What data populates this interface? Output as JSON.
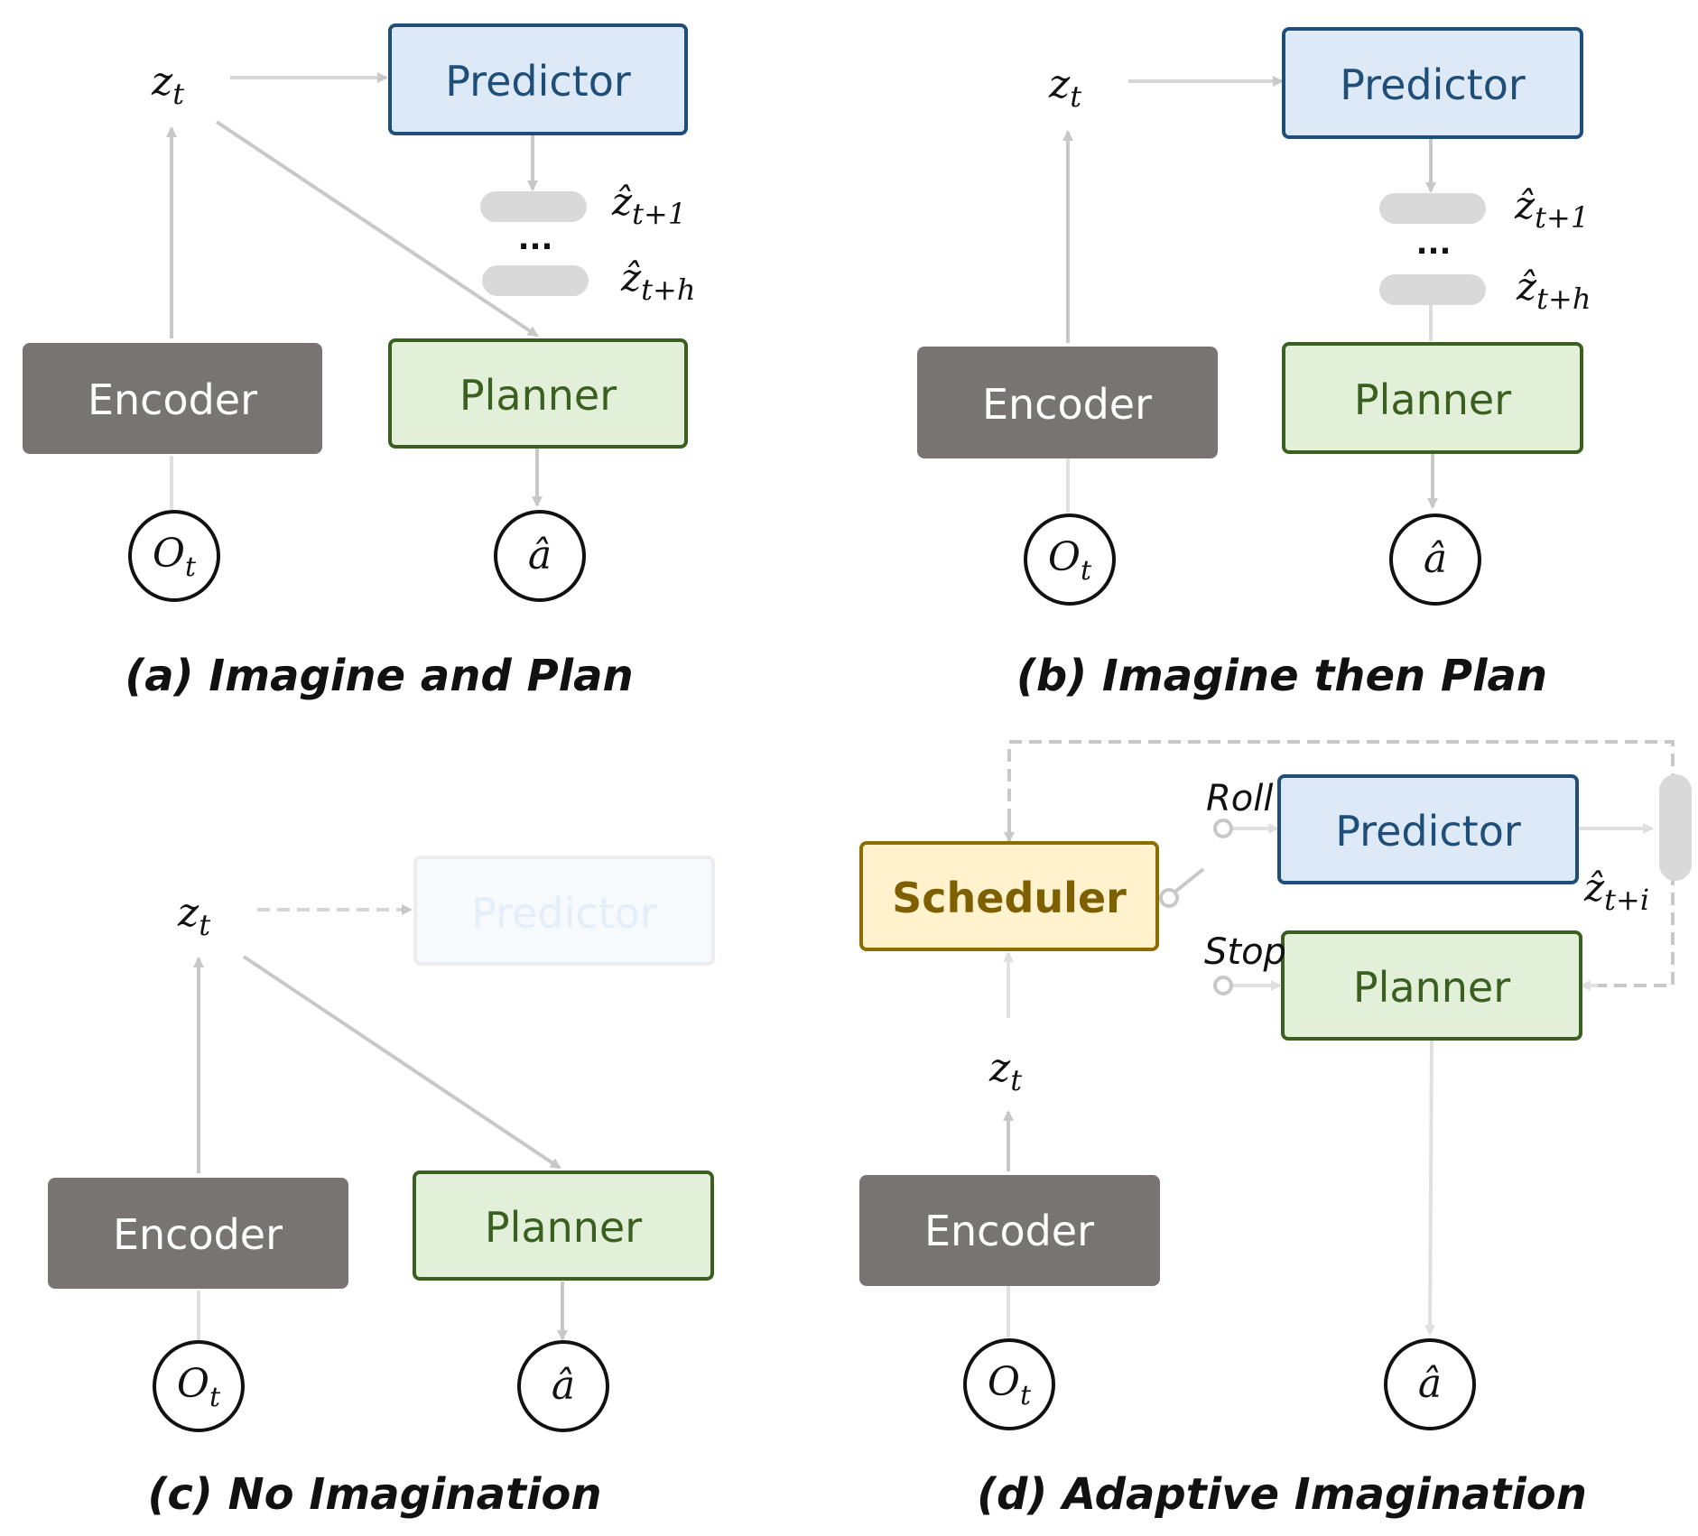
{
  "colors": {
    "encoder_fill": "#787474",
    "encoder_text": "#ffffff",
    "predictor_fill": "#dde9f6",
    "predictor_stroke": "#1f4e79",
    "predictor_text": "#1f4e79",
    "planner_fill": "#e2efd9",
    "planner_stroke": "#3a6020",
    "planner_text": "#3a6020",
    "scheduler_fill": "#fff2cc",
    "scheduler_stroke": "#8c6d00",
    "scheduler_text": "#7f6000",
    "arrow": "#c8c8c8",
    "token": "#d9d9d9"
  },
  "panels": {
    "a": {
      "caption": "(a) Imagine and Plan",
      "encoder": "Encoder",
      "predictor": "Predictor",
      "planner": "Planner",
      "z": "z",
      "z_sub": "t",
      "obs": "O",
      "obs_sub": "t",
      "action": "â",
      "pred1": "ẑ",
      "pred1_sub": "t+1",
      "pred2": "ẑ",
      "pred2_sub": "t+h",
      "ellipsis": "..."
    },
    "b": {
      "caption": "(b) Imagine then Plan",
      "encoder": "Encoder",
      "predictor": "Predictor",
      "planner": "Planner",
      "z": "z",
      "z_sub": "t",
      "obs": "O",
      "obs_sub": "t",
      "action": "â",
      "pred1": "ẑ",
      "pred1_sub": "t+1",
      "pred2": "ẑ",
      "pred2_sub": "t+h",
      "ellipsis": "..."
    },
    "c": {
      "caption": "(c) No Imagination",
      "encoder": "Encoder",
      "predictor": "Predictor",
      "planner": "Planner",
      "z": "z",
      "z_sub": "t",
      "obs": "O",
      "obs_sub": "t",
      "action": "â"
    },
    "d": {
      "caption": "(d) Adaptive Imagination",
      "encoder": "Encoder",
      "predictor": "Predictor",
      "planner": "Planner",
      "scheduler": "Scheduler",
      "roll": "Roll",
      "stop": "Stop",
      "z": "z",
      "z_sub": "t",
      "obs": "O",
      "obs_sub": "t",
      "action": "â",
      "pred": "ẑ",
      "pred_sub": "t+i"
    }
  }
}
